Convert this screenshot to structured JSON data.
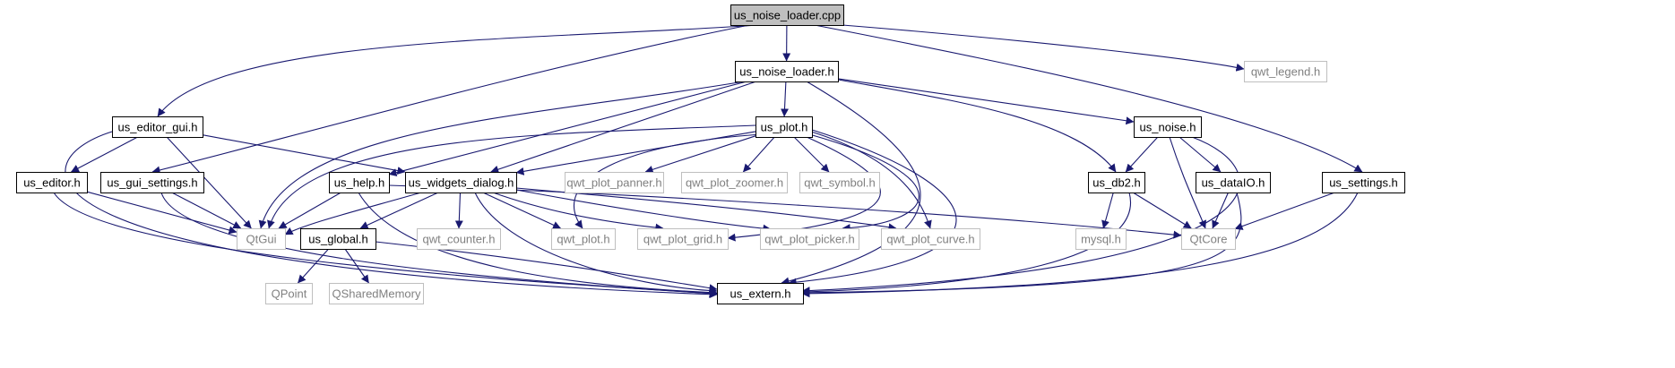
{
  "diagram": {
    "type": "include-dependency-graph",
    "root": "us_noise_loader.cpp",
    "nodes": [
      {
        "id": "root",
        "label": "us_noise_loader.cpp",
        "style": "root"
      },
      {
        "id": "noise_loader_h",
        "label": "us_noise_loader.h",
        "style": "doc"
      },
      {
        "id": "qwt_legend",
        "label": "qwt_legend.h",
        "style": "ext"
      },
      {
        "id": "editor_gui",
        "label": "us_editor_gui.h",
        "style": "doc"
      },
      {
        "id": "plot_h",
        "label": "us_plot.h",
        "style": "doc"
      },
      {
        "id": "noise_h",
        "label": "us_noise.h",
        "style": "doc"
      },
      {
        "id": "editor_h",
        "label": "us_editor.h",
        "style": "doc"
      },
      {
        "id": "gui_settings",
        "label": "us_gui_settings.h",
        "style": "doc"
      },
      {
        "id": "help_h",
        "label": "us_help.h",
        "style": "doc"
      },
      {
        "id": "widgets_dialog",
        "label": "us_widgets_dialog.h",
        "style": "doc"
      },
      {
        "id": "qwt_plot_panner",
        "label": "qwt_plot_panner.h",
        "style": "ext"
      },
      {
        "id": "qwt_plot_zoomer",
        "label": "qwt_plot_zoomer.h",
        "style": "ext"
      },
      {
        "id": "qwt_symbol",
        "label": "qwt_symbol.h",
        "style": "ext"
      },
      {
        "id": "db2",
        "label": "us_db2.h",
        "style": "doc"
      },
      {
        "id": "dataio",
        "label": "us_dataIO.h",
        "style": "doc"
      },
      {
        "id": "settings",
        "label": "us_settings.h",
        "style": "doc"
      },
      {
        "id": "qtgui",
        "label": "QtGui",
        "style": "ext"
      },
      {
        "id": "global",
        "label": "us_global.h",
        "style": "doc"
      },
      {
        "id": "qwt_counter",
        "label": "qwt_counter.h",
        "style": "ext"
      },
      {
        "id": "qwt_plot",
        "label": "qwt_plot.h",
        "style": "ext"
      },
      {
        "id": "qwt_plot_grid",
        "label": "qwt_plot_grid.h",
        "style": "ext"
      },
      {
        "id": "qwt_plot_picker",
        "label": "qwt_plot_picker.h",
        "style": "ext"
      },
      {
        "id": "qwt_plot_curve",
        "label": "qwt_plot_curve.h",
        "style": "ext"
      },
      {
        "id": "mysql",
        "label": "mysql.h",
        "style": "ext"
      },
      {
        "id": "qtcore",
        "label": "QtCore",
        "style": "ext"
      },
      {
        "id": "qpoint",
        "label": "QPoint",
        "style": "ext"
      },
      {
        "id": "qsharedmemory",
        "label": "QSharedMemory",
        "style": "ext"
      },
      {
        "id": "extern",
        "label": "us_extern.h",
        "style": "doc"
      }
    ],
    "edges": [
      {
        "from": "root",
        "to": "noise_loader_h"
      },
      {
        "from": "root",
        "to": "qwt_legend"
      },
      {
        "from": "root",
        "to": "editor_gui"
      },
      {
        "from": "root",
        "to": "gui_settings"
      },
      {
        "from": "root",
        "to": "settings"
      },
      {
        "from": "noise_loader_h",
        "to": "plot_h"
      },
      {
        "from": "noise_loader_h",
        "to": "noise_h"
      },
      {
        "from": "noise_loader_h",
        "to": "help_h"
      },
      {
        "from": "noise_loader_h",
        "to": "widgets_dialog"
      },
      {
        "from": "noise_loader_h",
        "to": "qtgui"
      },
      {
        "from": "noise_loader_h",
        "to": "db2"
      },
      {
        "from": "noise_loader_h",
        "to": "extern"
      },
      {
        "from": "editor_gui",
        "to": "editor_h"
      },
      {
        "from": "editor_gui",
        "to": "widgets_dialog"
      },
      {
        "from": "editor_gui",
        "to": "qtgui"
      },
      {
        "from": "editor_gui",
        "to": "extern"
      },
      {
        "from": "plot_h",
        "to": "widgets_dialog"
      },
      {
        "from": "plot_h",
        "to": "qwt_plot_panner"
      },
      {
        "from": "plot_h",
        "to": "qwt_plot_zoomer"
      },
      {
        "from": "plot_h",
        "to": "qwt_symbol"
      },
      {
        "from": "plot_h",
        "to": "qtgui"
      },
      {
        "from": "plot_h",
        "to": "qwt_plot"
      },
      {
        "from": "plot_h",
        "to": "qwt_plot_grid"
      },
      {
        "from": "plot_h",
        "to": "qwt_plot_picker"
      },
      {
        "from": "plot_h",
        "to": "qwt_plot_curve"
      },
      {
        "from": "plot_h",
        "to": "extern"
      },
      {
        "from": "noise_h",
        "to": "db2"
      },
      {
        "from": "noise_h",
        "to": "dataio"
      },
      {
        "from": "noise_h",
        "to": "qtcore"
      },
      {
        "from": "noise_h",
        "to": "extern"
      },
      {
        "from": "editor_h",
        "to": "qtgui"
      },
      {
        "from": "editor_h",
        "to": "extern"
      },
      {
        "from": "gui_settings",
        "to": "qtgui"
      },
      {
        "from": "gui_settings",
        "to": "extern"
      },
      {
        "from": "help_h",
        "to": "qtgui"
      },
      {
        "from": "help_h",
        "to": "qtcore"
      },
      {
        "from": "help_h",
        "to": "extern"
      },
      {
        "from": "widgets_dialog",
        "to": "qtgui"
      },
      {
        "from": "widgets_dialog",
        "to": "global"
      },
      {
        "from": "widgets_dialog",
        "to": "qwt_counter"
      },
      {
        "from": "widgets_dialog",
        "to": "qwt_plot"
      },
      {
        "from": "widgets_dialog",
        "to": "qwt_plot_grid"
      },
      {
        "from": "widgets_dialog",
        "to": "qwt_plot_picker"
      },
      {
        "from": "widgets_dialog",
        "to": "qwt_plot_curve"
      },
      {
        "from": "widgets_dialog",
        "to": "extern"
      },
      {
        "from": "db2",
        "to": "mysql"
      },
      {
        "from": "db2",
        "to": "qtcore"
      },
      {
        "from": "db2",
        "to": "extern"
      },
      {
        "from": "dataio",
        "to": "qtcore"
      },
      {
        "from": "dataio",
        "to": "extern"
      },
      {
        "from": "settings",
        "to": "qtcore"
      },
      {
        "from": "settings",
        "to": "extern"
      },
      {
        "from": "global",
        "to": "qpoint"
      },
      {
        "from": "global",
        "to": "qsharedmemory"
      },
      {
        "from": "global",
        "to": "extern"
      }
    ]
  },
  "colors": {
    "edge": "#191970",
    "root_fill": "#bfbfbf",
    "root_border": "#000000",
    "doc_border": "#000000",
    "ext_border": "#bfbfbf",
    "ext_text": "#808080",
    "text": "#000000"
  }
}
